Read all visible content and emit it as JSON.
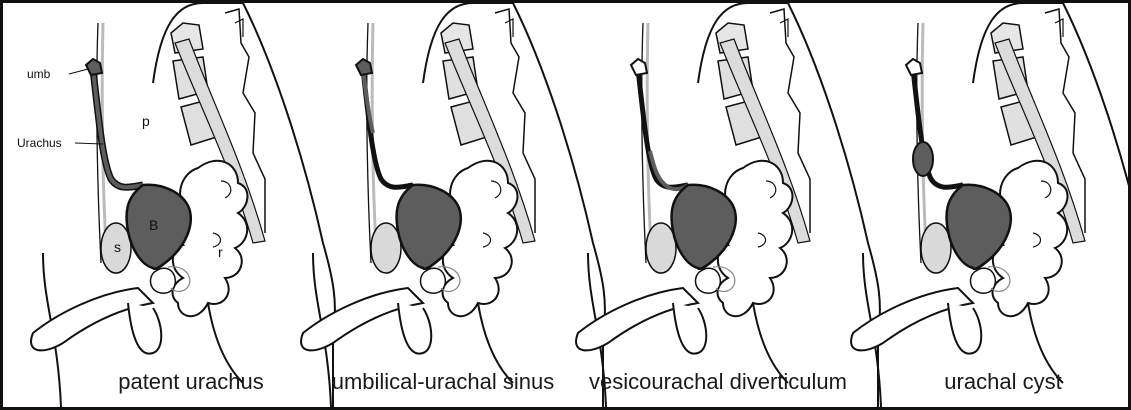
{
  "captions": {
    "panel1": "patent urachus",
    "panel2": "umbilical-urachal sinus",
    "panel3": "vesicourachal diverticulum",
    "panel4": "urachal cyst"
  },
  "labels": {
    "umb": "umb",
    "urachus": "Urachus",
    "p": "p",
    "b": "B",
    "s": "s",
    "r": "r"
  },
  "colors": {
    "bladder": "#5d5d5d",
    "symphysis": "#d9d9d9",
    "spine": "#e0e0e0",
    "outline": "#111111"
  }
}
